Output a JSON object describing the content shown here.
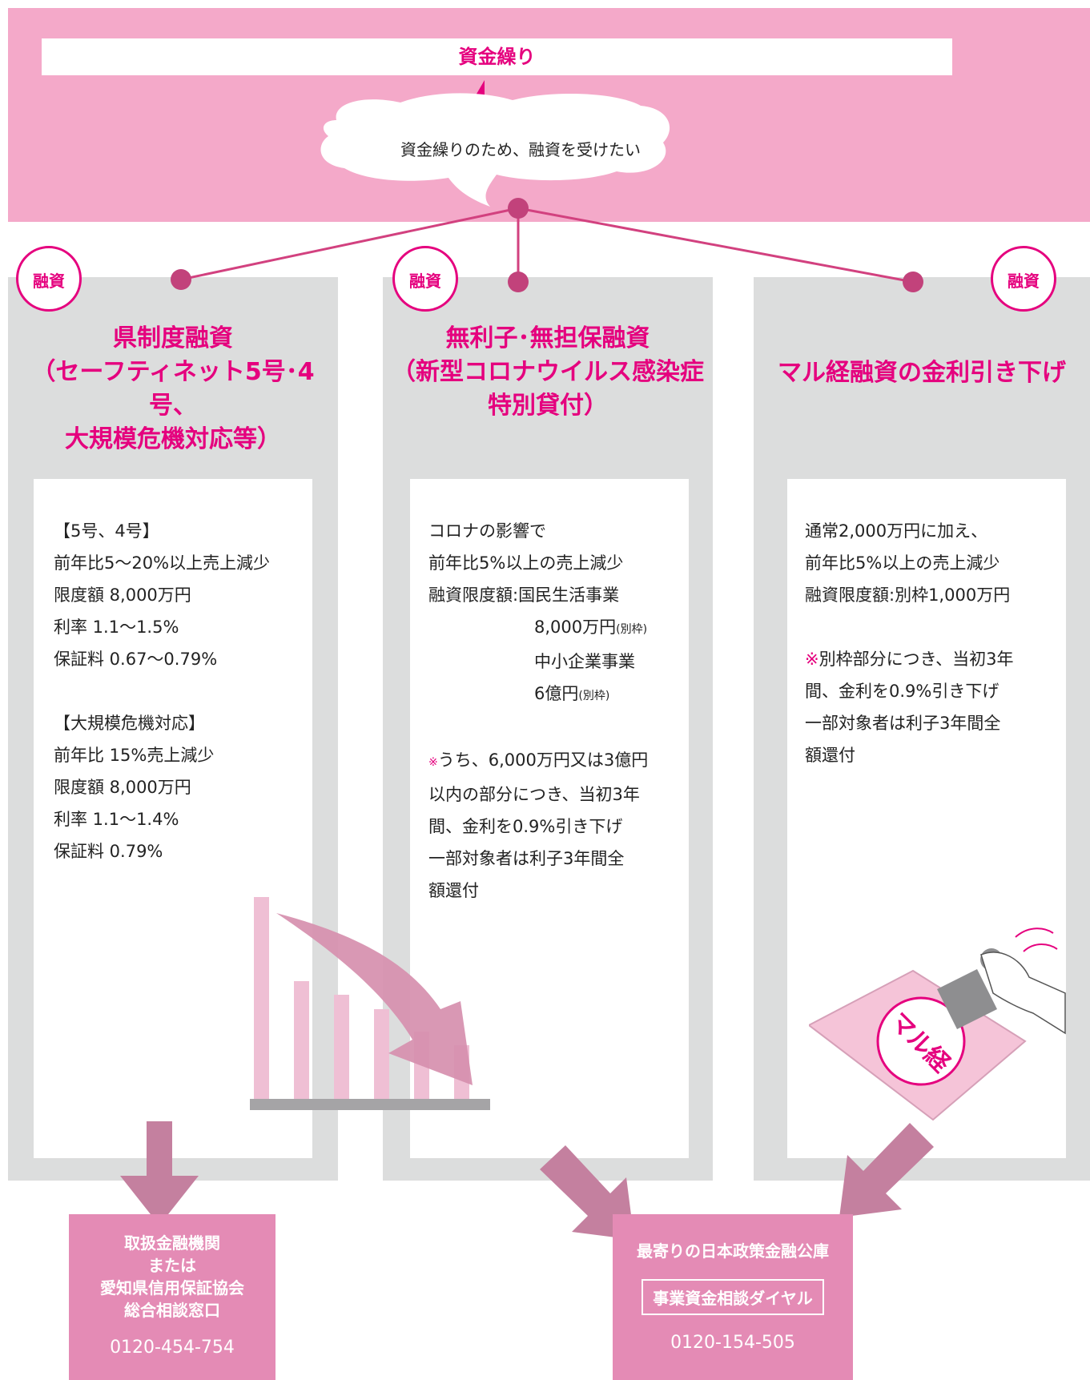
{
  "header": {
    "title": "資金繰り",
    "speech": "資金繰りのため、融資を受けたい"
  },
  "panels": [
    {
      "badge": "融資",
      "title_lines": [
        "県制度融資",
        "（セーフティネット5号･4号、",
        "大規模危機対応等）"
      ],
      "lines": [
        "【5号、4号】",
        "前年比5～20%以上売上減少",
        "限度額 8,000万円",
        "利率 1.1～1.5%",
        "保証料 0.67～0.79%",
        "",
        "【大規模危機対応】",
        "前年比 15%売上減少",
        "限度額 8,000万円",
        "利率 1.1～1.4%",
        "保証料 0.79%"
      ]
    },
    {
      "badge": "融資",
      "title_lines": [
        "無利子･無担保融資",
        "（新型コロナウイルス感染症",
        "特別貸付）"
      ],
      "lines": [
        "コロナの影響で",
        "前年比5%以上の売上減少",
        "融資限度額:国民生活事業"
      ],
      "indent_1": "8,000万円",
      "indent_1_small": "(別枠)",
      "indent_2": "中小企業事業",
      "indent_3": "6億円",
      "indent_3_small": "(別枠)",
      "note_mark": "※",
      "note_lines": [
        "うち、6,000万円又は3億円",
        "以内の部分につき、当初3年",
        "間、金利を0.9%引き下げ",
        "一部対象者は利子3年間全",
        "額還付"
      ]
    },
    {
      "badge": "融資",
      "title_lines": [
        "マル経融資の金利引き下げ"
      ],
      "lines": [
        "通常2,000万円に加え、",
        "前年比5%以上の売上減少",
        "融資限度額:別枠1,000万円"
      ],
      "note_mark": "※",
      "note_lines": [
        "別枠部分につき、当初3年",
        "間、金利を0.9%引き下げ",
        "一部対象者は利子3年間全",
        "額還付"
      ],
      "stamp_text": "マル経"
    }
  ],
  "destinations": [
    {
      "lines": [
        "取扱金融機関",
        "または",
        "愛知県信用保証協会",
        "総合相談窓口"
      ],
      "phone": "0120-454-754"
    },
    {
      "lines": [
        "最寄りの日本政策金融公庫"
      ],
      "dial_label": "事業資金相談ダイヤル",
      "phone": "0120-154-505"
    }
  ],
  "colors": {
    "accent": "#e5007e",
    "band": "#f4a9c9",
    "panel": "#dcdddd",
    "dest": "#e48bb5",
    "arrow": "#c4809f"
  }
}
